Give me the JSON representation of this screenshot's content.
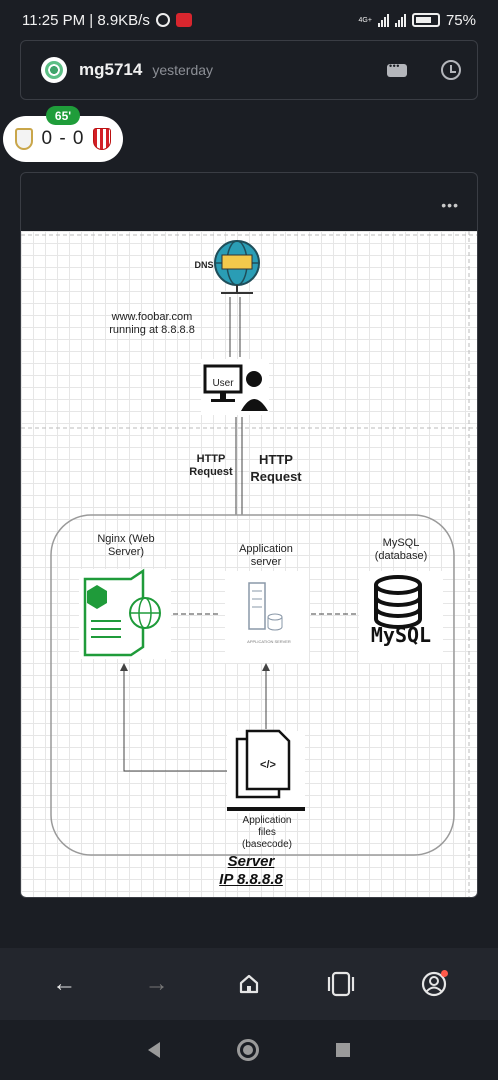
{
  "status_bar": {
    "time_speed": "11:25 PM | 8.9KB/s",
    "network": "4G+",
    "battery": "75%"
  },
  "post": {
    "username": "mg5714",
    "time": "yesterday",
    "icons": [
      "more-box-icon",
      "history-icon"
    ]
  },
  "score": {
    "minute": "65'",
    "score": "0 - 0",
    "home_crest": "real-madrid-crest",
    "away_crest": "sevilla-crest"
  },
  "card": {
    "menu": "•••"
  },
  "diagram": {
    "dns_label": "DNS",
    "domain_note_line1": "www.foobar.com",
    "domain_note_line2": "running at 8.8.8.8",
    "user_label": "User",
    "http_small_line1": "HTTP",
    "http_small_line2": "Request",
    "http_big_line1": "HTTP",
    "http_big_line2": "Request",
    "nginx_line1": "Nginx (Web",
    "nginx_line2": "Server)",
    "app_server_line1": "Application",
    "app_server_line2": "server",
    "mysql_line1": "MySQL",
    "mysql_line2": "(database)",
    "mysql_logo": "MySQL",
    "app_server_caption": "APPLICATION SERVER",
    "code_tag": "</>",
    "files_line1": "Application",
    "files_line2": "files",
    "files_line3": "(basecode)",
    "server_title": "Server",
    "server_ip": "IP 8.8.8.8"
  },
  "bottom_nav": {
    "items": [
      "back-icon",
      "forward-icon",
      "home-icon",
      "tabs-icon",
      "profile-icon"
    ]
  }
}
